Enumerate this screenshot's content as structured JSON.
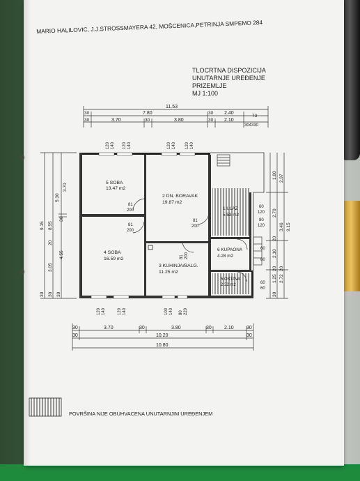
{
  "header": {
    "owner_line": "MARIO HALILOVIC, J.J.STROSSMAYERA 42, MOŠCENICA,PETRINJA SMPEMO 284"
  },
  "title_block": {
    "line1": "TLOCRTNA DISPOZICIJA",
    "line2": "UNUTARNJE UREĐENJE",
    "line3": "PRIZEMLJE",
    "scale": "MJ 1:100"
  },
  "rooms": [
    {
      "name": "5 SOBA",
      "area": "13.47 m2"
    },
    {
      "name": "2 DN. BORAVAK",
      "area": "19.87 m2"
    },
    {
      "name": "1 ULAZ",
      "area": "5.53 m2"
    },
    {
      "name": "4 SOBA",
      "area": "16.59 m2"
    },
    {
      "name": "3 KUHINJA/BALG.",
      "area": "11.25 m2"
    },
    {
      "name": "6 KUPAONA",
      "area": "4.28 m2"
    },
    {
      "name": "5 OSTAVA",
      "area": "2.32 m2"
    }
  ],
  "dims_top": {
    "total": "11.53",
    "row1": [
      "30",
      "7.80",
      "30",
      "2.40",
      "73"
    ],
    "row2": [
      "30",
      "3.70",
      "30",
      "3.80",
      "30",
      "2.10",
      "304330"
    ]
  },
  "dims_bottom": {
    "row1": [
      "30",
      "3.70",
      "30",
      "3.80",
      "30",
      "2.10",
      "30"
    ],
    "row2": [
      "30",
      "10.20",
      "30"
    ],
    "total": "10.80"
  },
  "dims_left": {
    "outer": [
      "9.15",
      "8.55"
    ],
    "upper": [
      "3.70",
      "5.30"
    ],
    "mid": [
      "30",
      "20"
    ],
    "lower": [
      "3.05",
      "4.55"
    ],
    "bottom": [
      "30",
      "30",
      "30"
    ]
  },
  "dims_right": {
    "values": [
      "1.80",
      "2.97",
      "2.70",
      "3.46",
      "9.15",
      "2.10",
      "1.25",
      "2.72",
      "30",
      "20",
      "20",
      "20"
    ]
  },
  "openings": {
    "top_windows": [
      "120",
      "140",
      "120",
      "140",
      "120",
      "140",
      "120",
      "140"
    ],
    "bottom_windows": [
      "120",
      "140",
      "120",
      "140",
      "100",
      "140",
      "80",
      "220"
    ],
    "doors": [
      "81",
      "200",
      "81",
      "200",
      "81",
      "200",
      "81",
      "200",
      "60",
      "120",
      "80",
      "120",
      "60",
      "60",
      "60",
      "60"
    ]
  },
  "legend": {
    "text": "POVRŠINA NIJE OBUHVACENA UNUTARNJIM UREĐENJEM"
  }
}
